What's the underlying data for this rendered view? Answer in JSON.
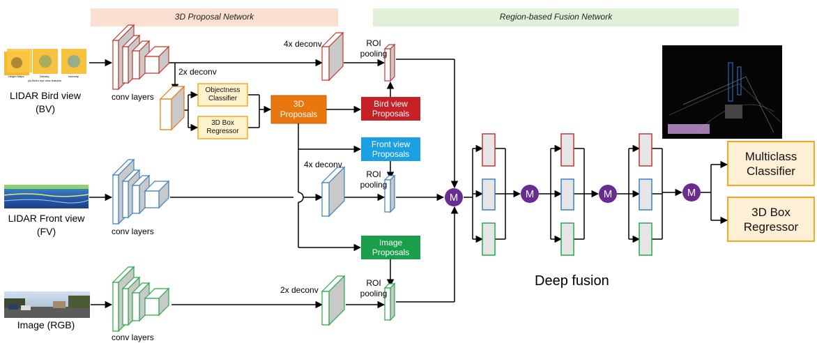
{
  "headers": {
    "proposal_network": "3D Proposal Network",
    "fusion_network": "Region-based Fusion Network"
  },
  "inputs": {
    "bv_label_1": "LIDAR Bird view",
    "bv_label_2": "(BV)",
    "bv_caption": "(a) Bird's eye view features",
    "bv_channels": [
      "Height Maps",
      "Density",
      "Intensity"
    ],
    "fv_label_1": "LIDAR Front view",
    "fv_label_2": "(FV)",
    "rgb_label": "Image (RGB)"
  },
  "conv": {
    "bv": "conv layers",
    "fv": "conv layers",
    "rgb": "conv layers"
  },
  "deconv": {
    "bv_upper": "4x deconv",
    "bv_lower": "2x deconv",
    "fv": "4x deconv",
    "rgb": "2x deconv"
  },
  "roi": {
    "bv_1": "ROI",
    "bv_2": "pooling",
    "fv_1": "ROI",
    "fv_2": "pooling",
    "rgb_1": "ROI",
    "rgb_2": "pooling"
  },
  "proposal_boxes": {
    "objectness_1": "Objectness",
    "objectness_2": "Classifier",
    "regressor_1": "3D Box",
    "regressor_2": "Regressor",
    "proposals_1": "3D",
    "proposals_2": "Proposals",
    "bv_proposals_1": "Bird view",
    "bv_proposals_2": "Proposals",
    "fv_proposals_1": "Front view",
    "fv_proposals_2": "Proposals",
    "img_proposals_1": "Image",
    "img_proposals_2": "Proposals"
  },
  "fusion": {
    "merge_symbol": "M",
    "label": "Deep fusion"
  },
  "outputs": {
    "classifier_1": "Multiclass",
    "classifier_2": "Classifier",
    "regressor_1": "3D Box",
    "regressor_2": "Regressor"
  },
  "colors": {
    "bv": "#c0392b",
    "fv": "#3a7fc1",
    "rgb": "#27a844",
    "proposals": "#e8780e",
    "bv_proposals": "#c62127",
    "fv_proposals": "#1ba1e2",
    "img_proposals": "#1a9e4b",
    "merge": "#6a2c91",
    "header_left": "#fbe0d1",
    "header_right": "#e2efd9"
  }
}
